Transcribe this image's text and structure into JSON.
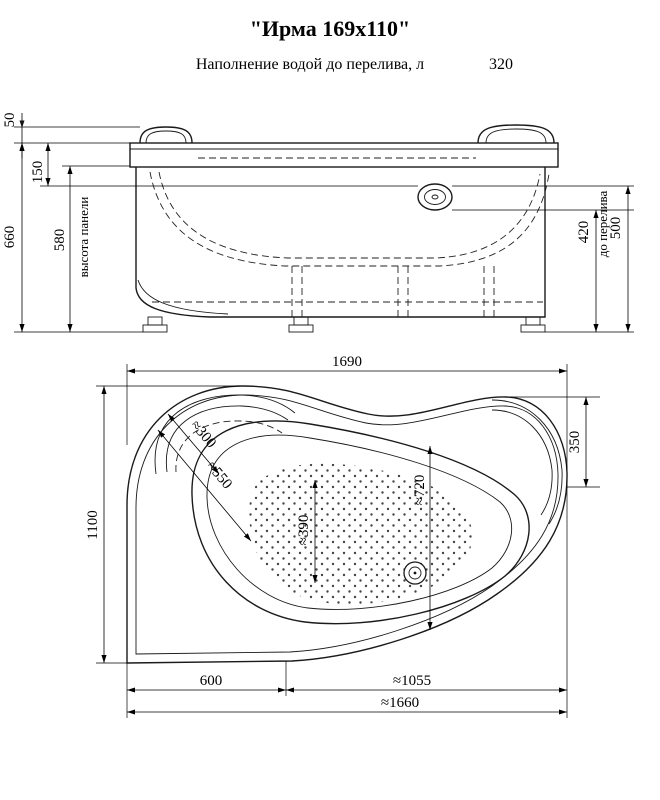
{
  "header": {
    "title": "\"Ирма 169х110\"",
    "subtitle": "Наполнение водой до перелива, л",
    "capacity": "320"
  },
  "front_view": {
    "dims": {
      "h50": "50",
      "h150": "150",
      "h580": "580",
      "h660": "660",
      "panel": "высота панели",
      "h420": "420",
      "h500": "500",
      "overflow": "до перелива"
    }
  },
  "plan_view": {
    "dims": {
      "w1690": "1690",
      "h1100": "1100",
      "r350": "350",
      "a300": "≈300",
      "a550": "≈550",
      "a720": "≈720",
      "a390": "≈390",
      "b600": "600",
      "b1055": "≈1055",
      "b1660": "≈1660"
    }
  }
}
